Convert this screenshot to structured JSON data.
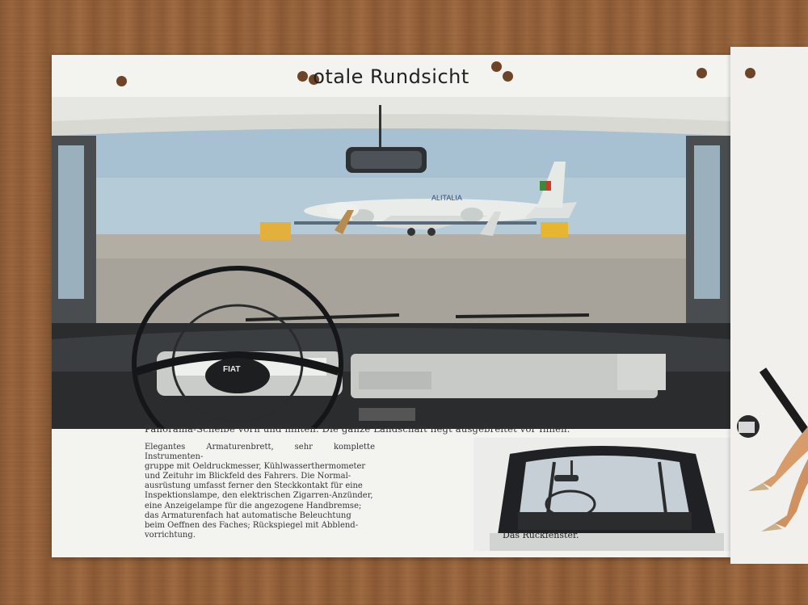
{
  "document": {
    "title": "otale Rundsicht",
    "photo_caption": "Panorama-Scheibe vorn und hinten. Die ganze Landschaft liegt ausgebreitet vor Ihnen.",
    "body_text": "Elegantes Armaturenbrett, sehr komplette Instrumenten-\ngruppe mit Oeldruckmesser, Kühlwasserthermometer\nund Zeituhr im Blickfeld des Fahrers. Die Normal-\nausrüstung umfasst ferner den Steckkontakt für eine\nInspektionslampe, den elektrischen Zigarren-Anzünder,\neine Anzeigelampe für die angezogene Handbremse;\ndas Armaturenfach hat automatische Beleuchtung\nbeim Oeffnen des Faches; Rückspiegel mit Abblend-\nvorrichtung.",
    "rear_window_caption": "Das Rückfenster.",
    "steering_badge": "FIAT",
    "airline_text": "ALITALIA"
  },
  "colors": {
    "wood": "#9a673f",
    "paper": "#f3f3f0",
    "sky": "#9fb9cc",
    "dashboard": "#2a2c2e"
  }
}
